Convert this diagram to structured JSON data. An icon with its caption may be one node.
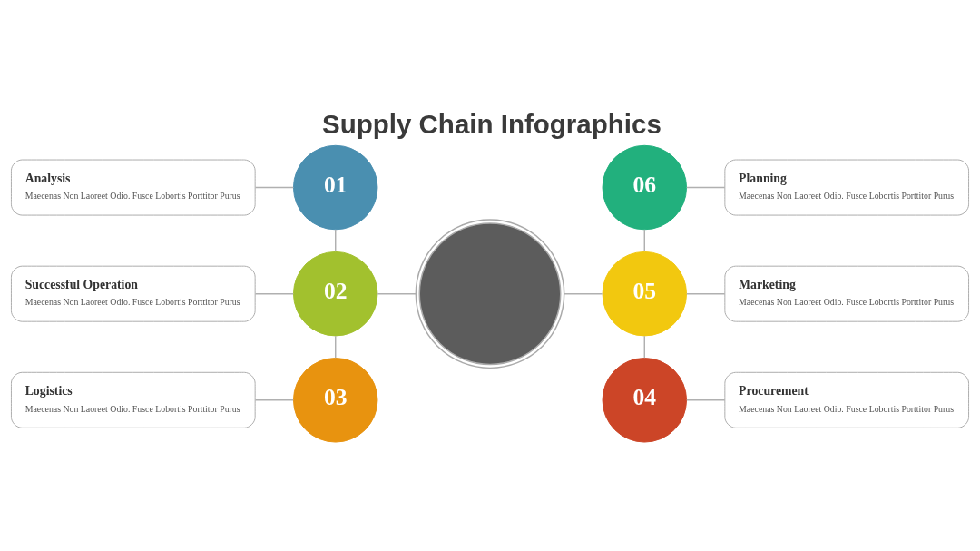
{
  "diagram": {
    "title": "Supply Chain Infographics",
    "nodes": [
      {
        "text": [
          "Analysis",
          "Maecenas Non Laoreet Odio. Fusce Lobortis Porttitor Purus"
        ]
      },
      {
        "text": [
          "01"
        ]
      },
      {
        "text": [
          "06"
        ]
      },
      {
        "text": [
          "Planning",
          "Maecenas Non Laoreet Odio. Fusce Lobortis Porttitor Purus"
        ]
      },
      {
        "text": [],
        "shape": "circle"
      },
      {
        "text": [
          "Successful Operation",
          "Maecenas Non Laoreet Odio. Fusce Lobortis Porttitor Purus"
        ]
      },
      {
        "text": [
          "02"
        ]
      },
      {
        "text": [
          "05"
        ]
      },
      {
        "text": [
          "Marketing",
          "Maecenas Non Laoreet Odio. Fusce Lobortis Porttitor Purus"
        ]
      },
      {
        "text": [
          "Logistics",
          "Maecenas Non Laoreet Odio. Fusce Lobortis Porttitor Purus"
        ]
      },
      {
        "text": [
          "03"
        ]
      },
      {
        "text": [
          "04"
        ]
      },
      {
        "text": [
          "Procurement",
          "Maecenas Non Laoreet Odio. Fusce Lobortis Porttitor Purus"
        ]
      }
    ],
    "edges": [
      {
        "from": 0,
        "to": 1,
        "arrow": "none"
      },
      {
        "from": 1,
        "to": 6,
        "arrow": "none"
      },
      {
        "from": 5,
        "to": 6,
        "arrow": "none"
      },
      {
        "from": 6,
        "to": 4,
        "arrow": "none"
      },
      {
        "from": 6,
        "to": 10,
        "arrow": "none"
      },
      {
        "from": 9,
        "to": 10,
        "arrow": "none"
      },
      {
        "from": 2,
        "to": 3,
        "arrow": "none"
      },
      {
        "from": 2,
        "to": 7,
        "arrow": "none"
      },
      {
        "from": 7,
        "to": 4,
        "arrow": "none"
      },
      {
        "from": 8,
        "to": 7,
        "arrow": "none"
      },
      {
        "from": 7,
        "to": 11,
        "arrow": "none"
      },
      {
        "from": 11,
        "to": 12,
        "arrow": "none"
      }
    ]
  }
}
